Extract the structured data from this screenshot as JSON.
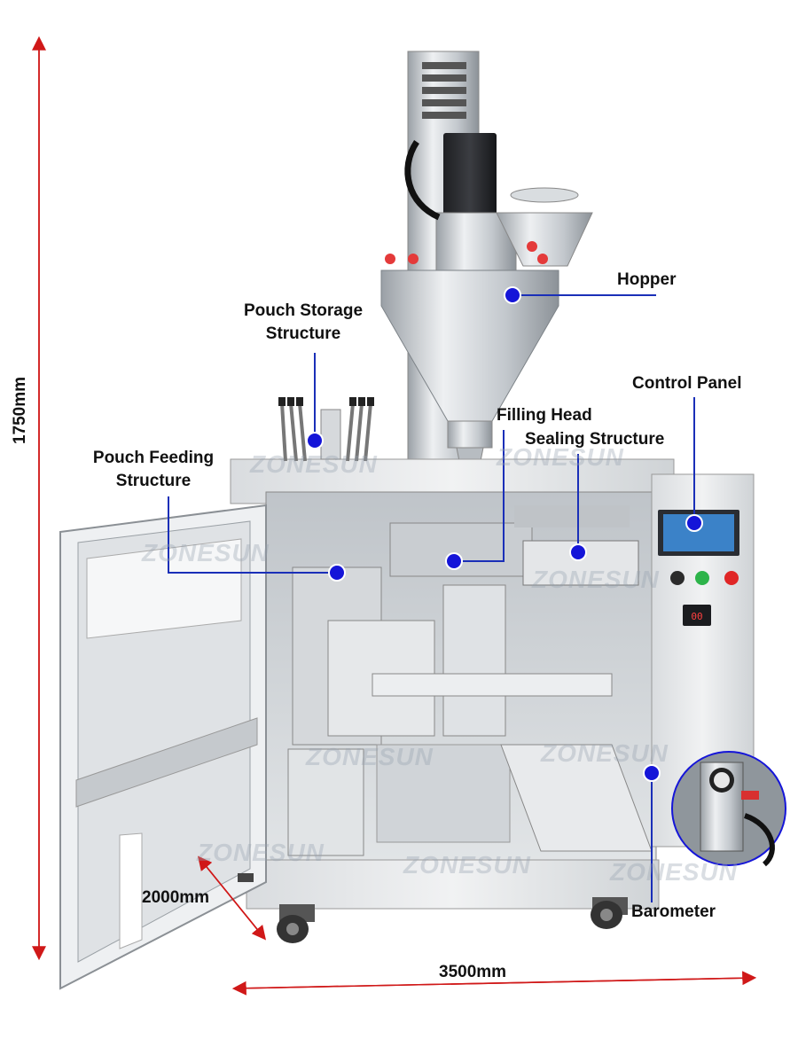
{
  "labels": {
    "hopper": "Hopper",
    "pouch_storage": [
      "Pouch Storage",
      "Structure"
    ],
    "control_panel": "Control Panel",
    "filling_head": "Filling Head",
    "sealing_structure": "Sealing Structure",
    "pouch_feeding": [
      "Pouch Feeding",
      "Structure"
    ],
    "barometer": "Barometer"
  },
  "dimensions": {
    "height": "1750mm",
    "depth": "2000mm",
    "width": "3500mm"
  },
  "watermark": "ZONESUN",
  "colors": {
    "marker": "#1515d8",
    "leader": "#1a2fb8",
    "dimension_arrow": "#d01818",
    "steel": "#c8ccd0"
  }
}
